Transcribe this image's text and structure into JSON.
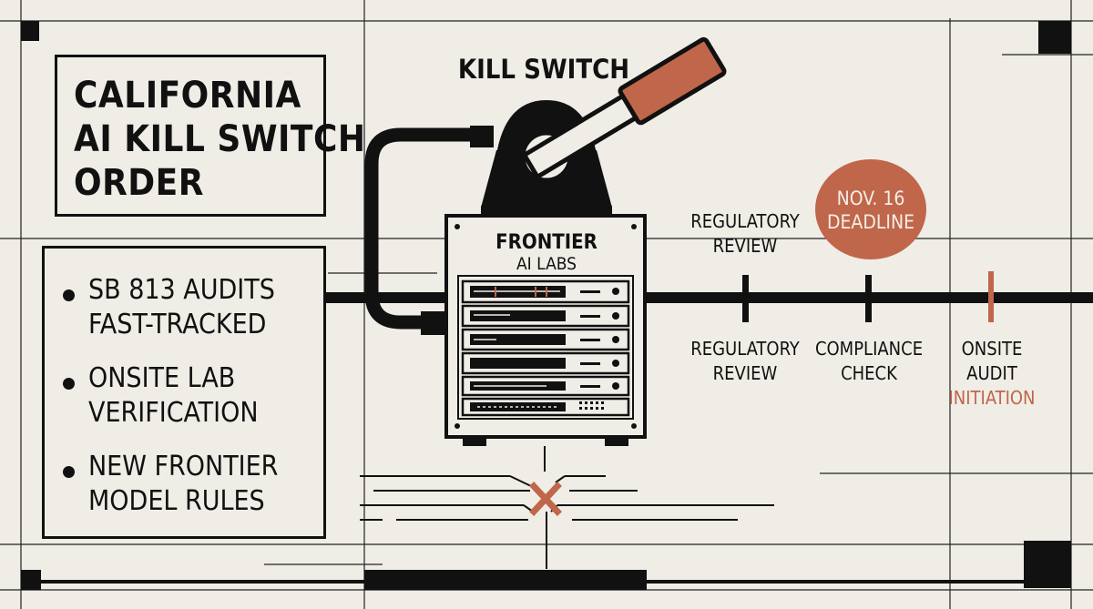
{
  "title": {
    "lines": [
      "CALIFORNIA",
      "AI KILL SWITCH",
      "ORDER"
    ]
  },
  "bullets": [
    {
      "lines": [
        "SB 813 AUDITS",
        "FAST-TRACKED"
      ]
    },
    {
      "lines": [
        "ONSITE LAB",
        "VERIFICATION"
      ]
    },
    {
      "lines": [
        "NEW FRONTIER",
        "MODEL RULES"
      ]
    }
  ],
  "kill_switch": {
    "label": "KILL SWITCH"
  },
  "server_rack": {
    "label_line1": "FRONTIER",
    "label_line2": "AI LABS"
  },
  "deadline": {
    "line1": "NOV. 16",
    "line2": "DEADLINE"
  },
  "timeline": {
    "upper_label": [
      "REGULATORY",
      "REVIEW"
    ],
    "stages": [
      {
        "lines": [
          "REGULATORY",
          "REVIEW"
        ]
      },
      {
        "lines": [
          "COMPLIANCE",
          "CHECK"
        ]
      },
      {
        "lines": [
          "ONSITE",
          "AUDIT",
          "INITIATION"
        ]
      }
    ]
  },
  "colors": {
    "accent": "#c0664a",
    "ink": "#111111",
    "paper": "#efede6"
  }
}
